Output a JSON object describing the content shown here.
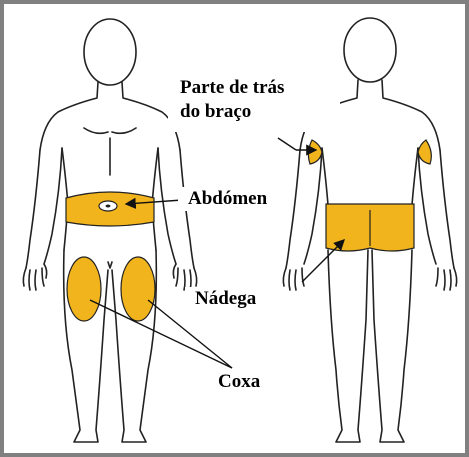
{
  "labels": {
    "back_of_arm_line1": "Parte de trás",
    "back_of_arm_line2": "do braço",
    "abdomen": "Abdómen",
    "buttock": "Nádega",
    "thigh": "Coxa"
  },
  "colors": {
    "highlight": "#F2B41C",
    "outline": "#222222",
    "frame": "#808080"
  }
}
